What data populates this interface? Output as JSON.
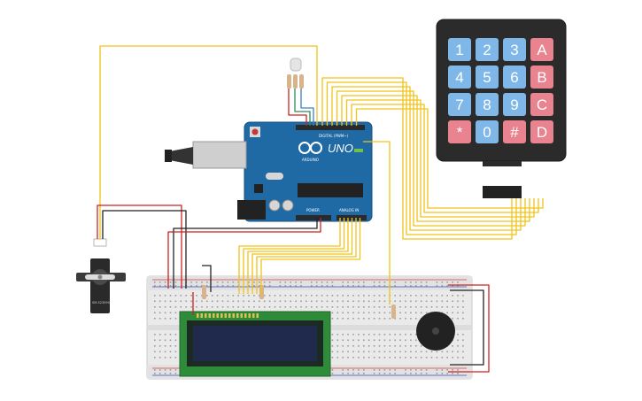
{
  "keypad": {
    "rows": [
      [
        "1",
        "2",
        "3",
        "A"
      ],
      [
        "4",
        "5",
        "6",
        "B"
      ],
      [
        "7",
        "8",
        "9",
        "C"
      ],
      [
        "*",
        "0",
        "#",
        "D"
      ]
    ],
    "number_color": "#7fb8e8",
    "letter_color": "#e8838f"
  },
  "arduino": {
    "model": "UNO",
    "brand": "ARDUINO",
    "digital_label": "DIGITAL (PWM~)",
    "power_label": "POWER",
    "analog_label": "ANALOG IN",
    "board_color": "#1f6aa5"
  },
  "servo": {
    "model": "SM-S2309S"
  },
  "lcd": {
    "screen_color": "#1f2a4d"
  },
  "wire_colors": {
    "signal": "#f0c419",
    "power": "#cc2222",
    "ground": "#222222",
    "green": "#2e8b57",
    "blue": "#3a7fd0"
  }
}
